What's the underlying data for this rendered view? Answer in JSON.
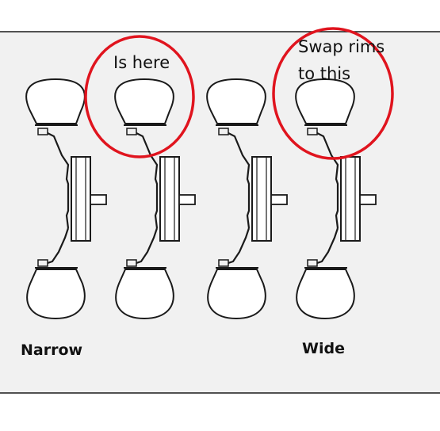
{
  "annotations": {
    "circle_left_text": "Is here",
    "circle_right_line1": "Swap rims",
    "circle_right_line2": "to this"
  },
  "labels": {
    "narrow": "Narrow",
    "wide": "Wide"
  },
  "colors": {
    "annotation_circle": "#e0141e",
    "paper": "#f1f1f1",
    "ink": "#1a1a1a"
  }
}
